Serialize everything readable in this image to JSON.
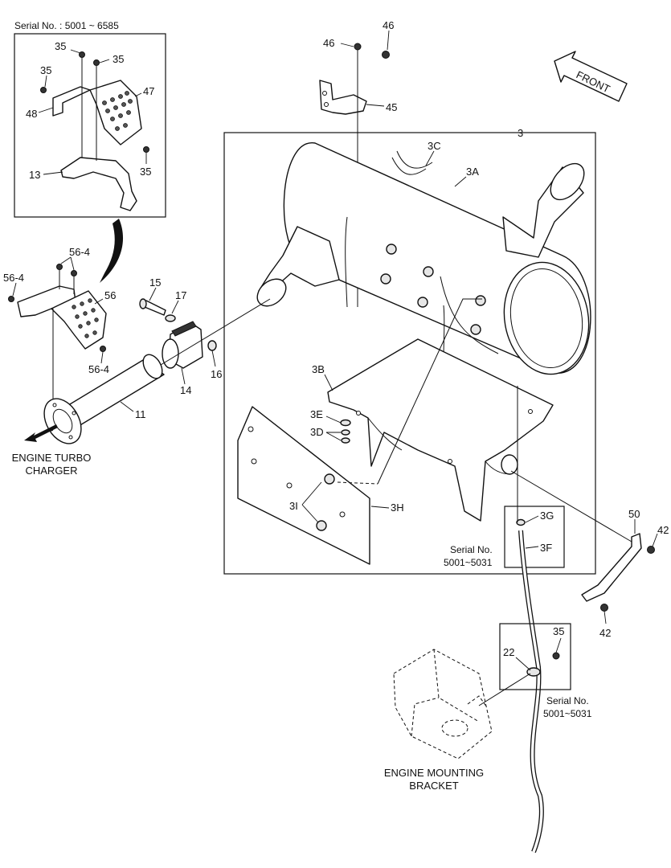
{
  "inset_serial": "Serial No. : 5001 ~ 6585",
  "front_label": "FRONT",
  "captions": {
    "turbo_line1": "ENGINE TURBO",
    "turbo_line2": "CHARGER",
    "mount_line1": "ENGINE MOUNTING",
    "mount_line2": "BRACKET",
    "serial_box1_line1": "Serial No.",
    "serial_box1_line2": "5001~5031",
    "serial_box2_line1": "Serial No.",
    "serial_box2_line2": "5001~5031"
  },
  "callouts": {
    "c35a": "35",
    "c35b": "35",
    "c35c": "35",
    "c35d": "35",
    "c35e": "35",
    "c47": "47",
    "c48": "48",
    "c13": "13",
    "c46a": "46",
    "c46b": "46",
    "c45": "45",
    "c3": "3",
    "c3C": "3C",
    "c3A": "3A",
    "c3B": "3B",
    "c3E": "3E",
    "c3D": "3D",
    "c3I": "3I",
    "c3H": "3H",
    "c3G": "3G",
    "c3F": "3F",
    "c56_4a": "56-4",
    "c56_4b": "56-4",
    "c56_4c": "56-4",
    "c56": "56",
    "c15": "15",
    "c17": "17",
    "c16": "16",
    "c14": "14",
    "c11": "11",
    "c50": "50",
    "c42a": "42",
    "c42b": "42",
    "c22": "22"
  }
}
